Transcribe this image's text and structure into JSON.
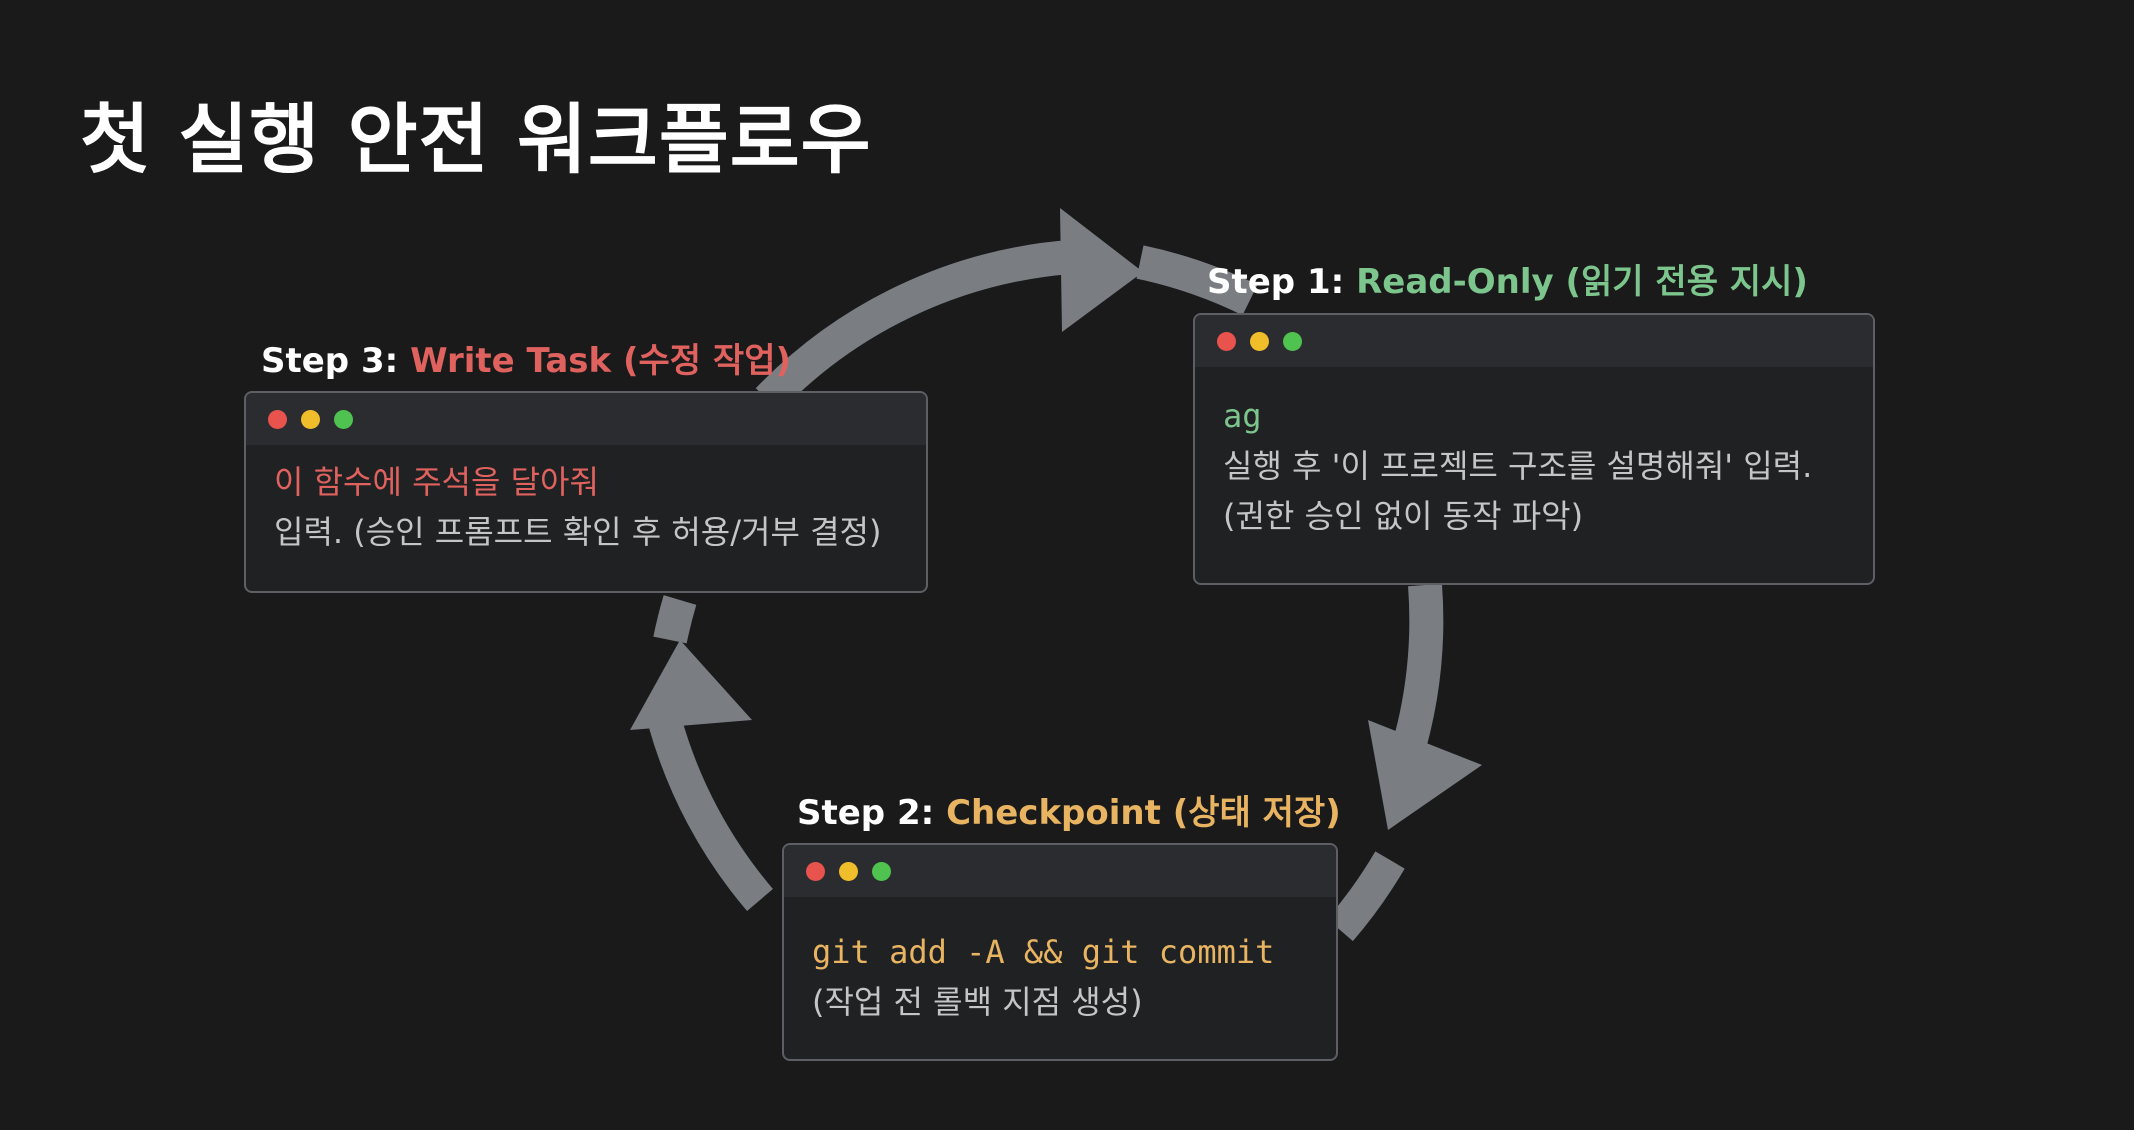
{
  "title": "첫 실행 안전 워크플로우",
  "steps": {
    "step1": {
      "prefix": "Step 1:",
      "name": "Read-Only (읽기 전용 지시)",
      "command": "ag",
      "lines": [
        "실행 후 '이 프로젝트 구조를 설명해줘' 입력.",
        "(권한 승인 없이 동작 파악)"
      ]
    },
    "step2": {
      "prefix": "Step 2:",
      "name": "Checkpoint (상태 저장)",
      "command": "git add -A && git commit",
      "lines": [
        "(작업 전 롤백 지점 생성)"
      ]
    },
    "step3": {
      "prefix": "Step 3:",
      "name": "Write Task (수정 작업)",
      "command": "이 함수에 주석을 달아줘",
      "lines": [
        "입력. (승인 프롬프트 확인 후 허용/거부 결정)"
      ]
    }
  },
  "colors": {
    "background": "#1a1a1b",
    "arrow": "#7a7d82",
    "step1_accent": "#7cc58c",
    "step2_accent": "#e8b462",
    "step3_accent": "#e0625e"
  }
}
